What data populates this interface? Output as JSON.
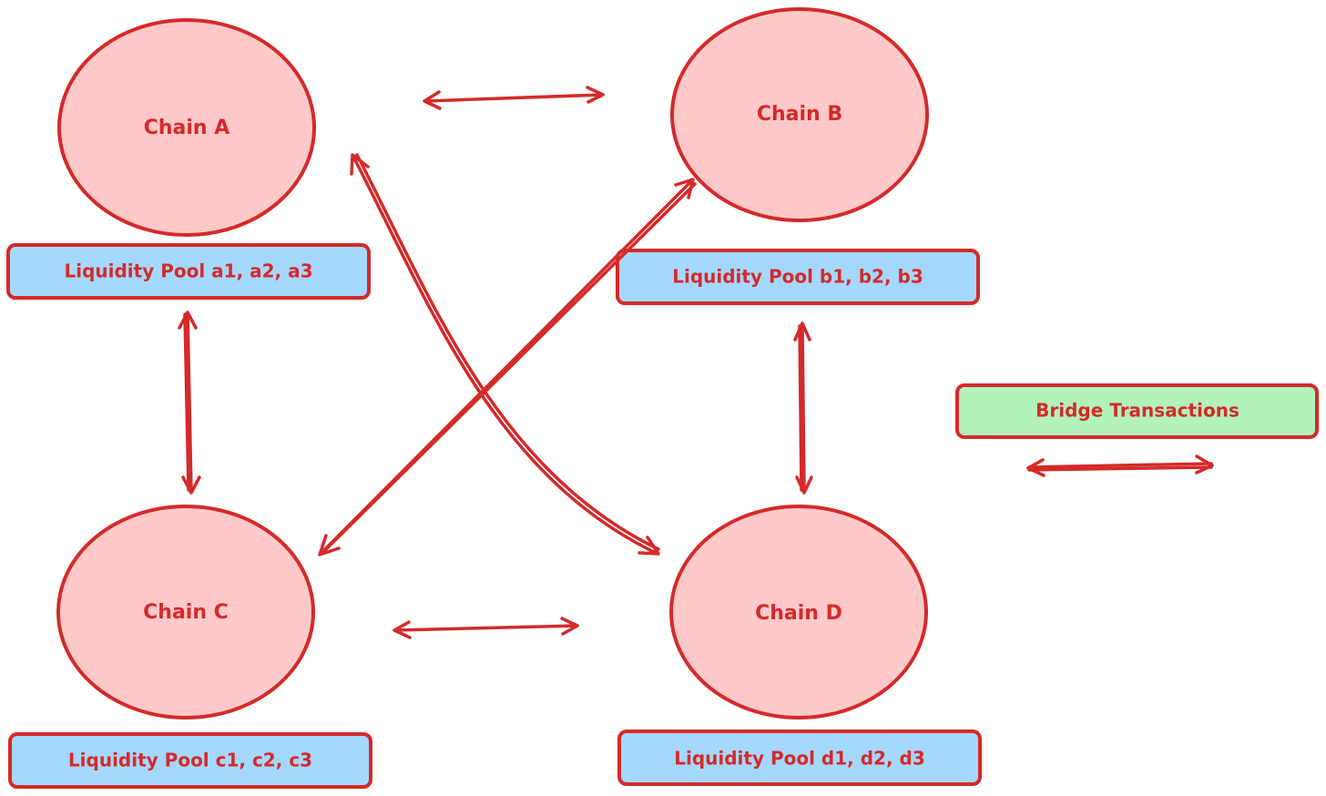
{
  "colors": {
    "stroke": "#d42a2a",
    "chain_fill": "#ffc9c9",
    "pool_fill": "#a5d8ff",
    "legend_fill": "#b2f2bb",
    "text": "#d42a2a"
  },
  "chains": {
    "a": {
      "label": "Chain A",
      "pool": "Liquidity Pool a1, a2, a3"
    },
    "b": {
      "label": "Chain B",
      "pool": "Liquidity Pool b1, b2, b3"
    },
    "c": {
      "label": "Chain C",
      "pool": "Liquidity Pool c1, c2, c3"
    },
    "d": {
      "label": "Chain D",
      "pool": "Liquidity Pool d1, d2, d3"
    }
  },
  "legend": {
    "label": "Bridge Transactions"
  }
}
